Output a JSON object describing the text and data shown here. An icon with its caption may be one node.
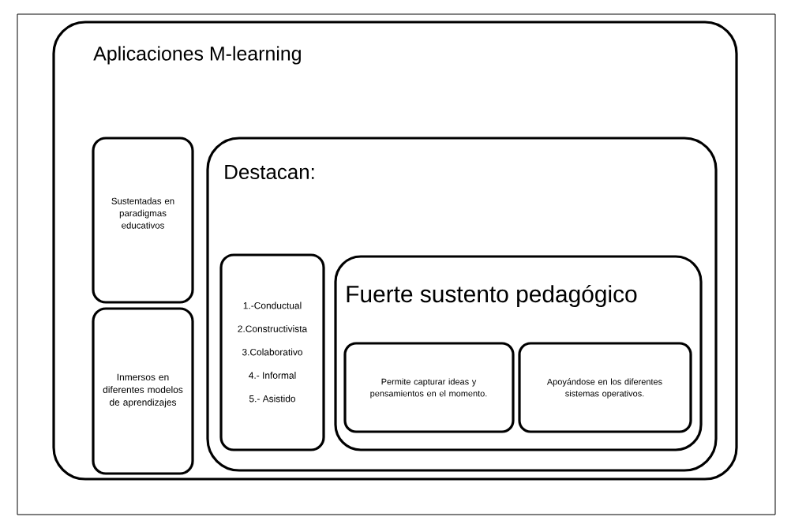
{
  "diagram": {
    "nodes": [
      {
        "text": [
          "Aplicaciones M-learning"
        ]
      },
      {
        "text": [
          "Sustentadas en paradigmas educativos"
        ],
        "in": 0
      },
      {
        "text": [
          "Inmersos en diferentes modelos de aprendizajes"
        ],
        "in": 0
      },
      {
        "text": [
          "Destacan:"
        ],
        "in": 0
      },
      {
        "text": [
          "1.-Conductual",
          "2.Constructivista",
          "3.Colaborativo",
          "4.- Informal",
          "5.- Asistido"
        ],
        "in": 3
      },
      {
        "text": [
          "Fuerte sustento pedagógico"
        ],
        "in": 3
      },
      {
        "text": [
          "Permite capturar ideas y pensamientos en el momento."
        ],
        "in": 5
      },
      {
        "text": [
          "Apoyándose en los diferentes sistemas operativos."
        ],
        "in": 5
      }
    ]
  }
}
